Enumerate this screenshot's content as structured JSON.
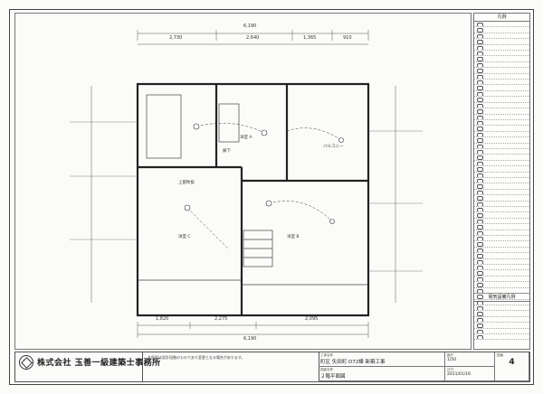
{
  "top_dims": {
    "overall": "6,190",
    "segments": [
      "2,730",
      "2,640",
      "1,365",
      "910"
    ]
  },
  "bottom_dims": {
    "overall": "6,190",
    "segments": [
      "1,820",
      "2,275",
      "2,095"
    ]
  },
  "rooms": {
    "bedroom_a": "洋室 A",
    "bedroom_b": "洋室 B",
    "bedroom_c": "洋室 C",
    "closet": "廊下",
    "stair": "上部吹抜",
    "balcony": "バルコニー"
  },
  "legend": {
    "title": "凡例",
    "title_lower": "電気設備凡例"
  },
  "title_block": {
    "company": "株式会社 玉善一級建築士事務所",
    "note": "本図面は設計段階のものであり変更となる場合があります。",
    "project_label": "工事名称",
    "project_name": "町区 矢田町 D72棟 新築工事",
    "drawing_label": "図面名称",
    "drawing_name": "２階平面図",
    "scale_label": "縮尺",
    "scale": "1/50",
    "date_label": "日付",
    "date": "2011/01/16",
    "sheet_label": "図番",
    "sheet_no": "4"
  }
}
